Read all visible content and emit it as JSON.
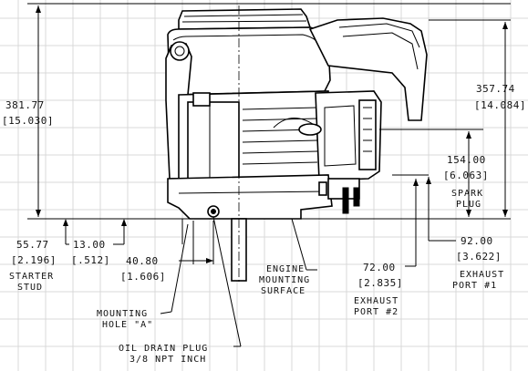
{
  "dimensions": {
    "overall_height_mm": "381.77",
    "overall_height_in": "[15.030]",
    "right_height_mm": "357.74",
    "right_height_in": "[14.084]",
    "spark_plug_height_mm": "154.00",
    "spark_plug_height_in": "[6.063]",
    "starter_stud_mm": "55.77",
    "starter_stud_in": "[2.196]",
    "offset_mm": "13.00",
    "offset_in": "[.512]",
    "mounting_hole_mm": "40.80",
    "mounting_hole_in": "[1.606]",
    "exhaust2_mm": "72.00",
    "exhaust2_in": "[2.835]",
    "exhaust1_mm": "92.00",
    "exhaust1_in": "[3.622]"
  },
  "labels": {
    "spark_plug_1": "SPARK",
    "spark_plug_2": "PLUG",
    "starter_stud_1": "STARTER",
    "starter_stud_2": "STUD",
    "mounting_hole_1": "MOUNTING",
    "mounting_hole_2": "HOLE \"A\"",
    "oil_drain_1": "OIL DRAIN PLUG",
    "oil_drain_2": "3/8 NPT INCH",
    "engine_mount_1": "ENGINE",
    "engine_mount_2": "MOUNTING",
    "engine_mount_3": "SURFACE",
    "exhaust2_1": "EXHAUST",
    "exhaust2_2": "PORT #2",
    "exhaust1_1": "EXHAUST",
    "exhaust1_2": "PORT #1"
  }
}
